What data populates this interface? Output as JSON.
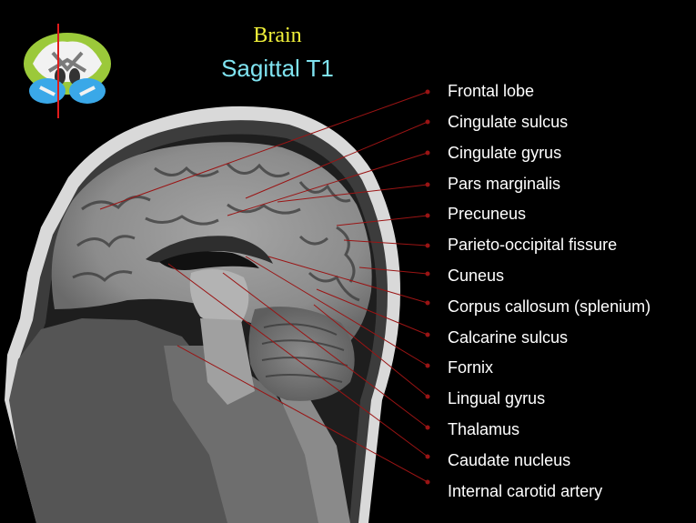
{
  "header": {
    "title": "Brain",
    "subtitle": "Sagittal T1"
  },
  "colors": {
    "title": "#f2f23a",
    "subtitle": "#7fe3f0",
    "leader_line": "#9a1414",
    "label_text": "#ffffff",
    "background": "#000000"
  },
  "labels": [
    "Frontal lobe",
    "Cingulate sulcus",
    "Cingulate gyrus",
    "Pars marginalis",
    "Precuneus",
    "Parieto-occipital fissure",
    "Cuneus",
    "Corpus callosum (splenium)",
    "Calcarine sulcus",
    "Fornix",
    "Lingual gyrus",
    "Thalamus",
    "Caudate nucleus",
    "Internal carotid artery"
  ]
}
